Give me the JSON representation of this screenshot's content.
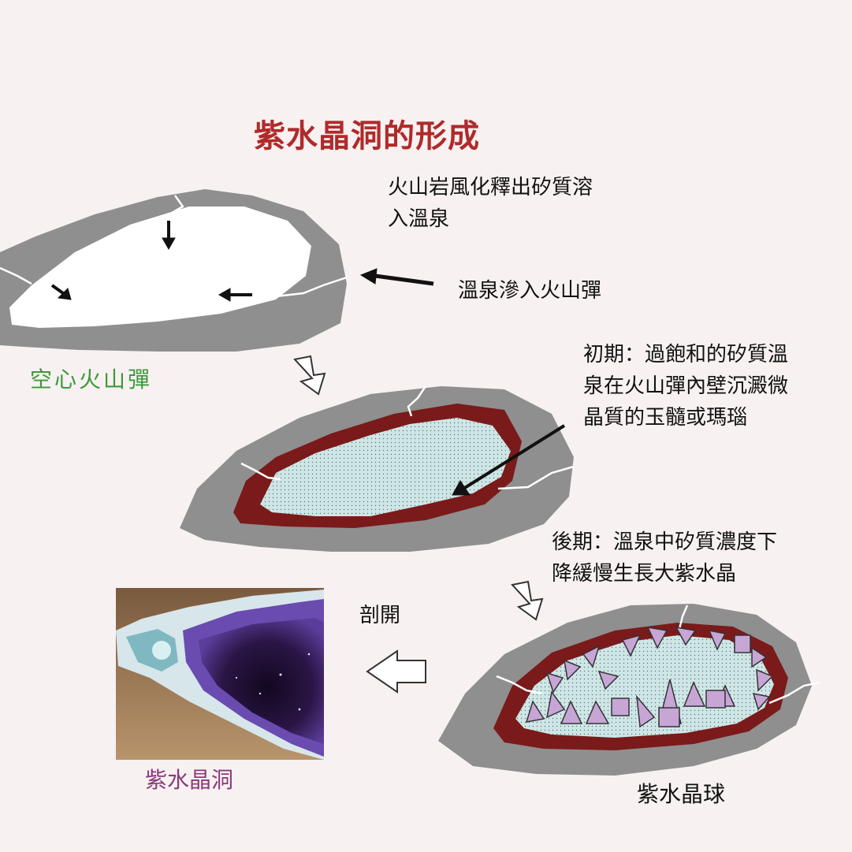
{
  "title": "紫水晶洞的形成",
  "steps": {
    "weathering": [
      "火山岩風化釋出矽質溶",
      "入溫泉"
    ],
    "seep": "溫泉滲入火山彈",
    "early": [
      "初期：過飽和的矽質溫",
      "泉在火山彈內壁沉澱微",
      "晶質的玉髓或瑪瑙"
    ],
    "late": [
      "後期：溫泉中矽質濃度下",
      "降緩慢生長大紫水晶"
    ],
    "open": "剖開"
  },
  "labels": {
    "hollow_bomb": "空心火山彈",
    "geode": "紫水晶洞",
    "amethyst_ball": "紫水晶球"
  },
  "colors": {
    "background": "#f8f1f1",
    "title": "#b02a2a",
    "rock": "#8f8f8f",
    "agate_rim": "#7a1a1a",
    "inner_fluid": "#cfe6e6",
    "crystal": "#c7a6d6",
    "hollow_label": "#3a9a3a",
    "geode_label": "#8a3a7a"
  }
}
